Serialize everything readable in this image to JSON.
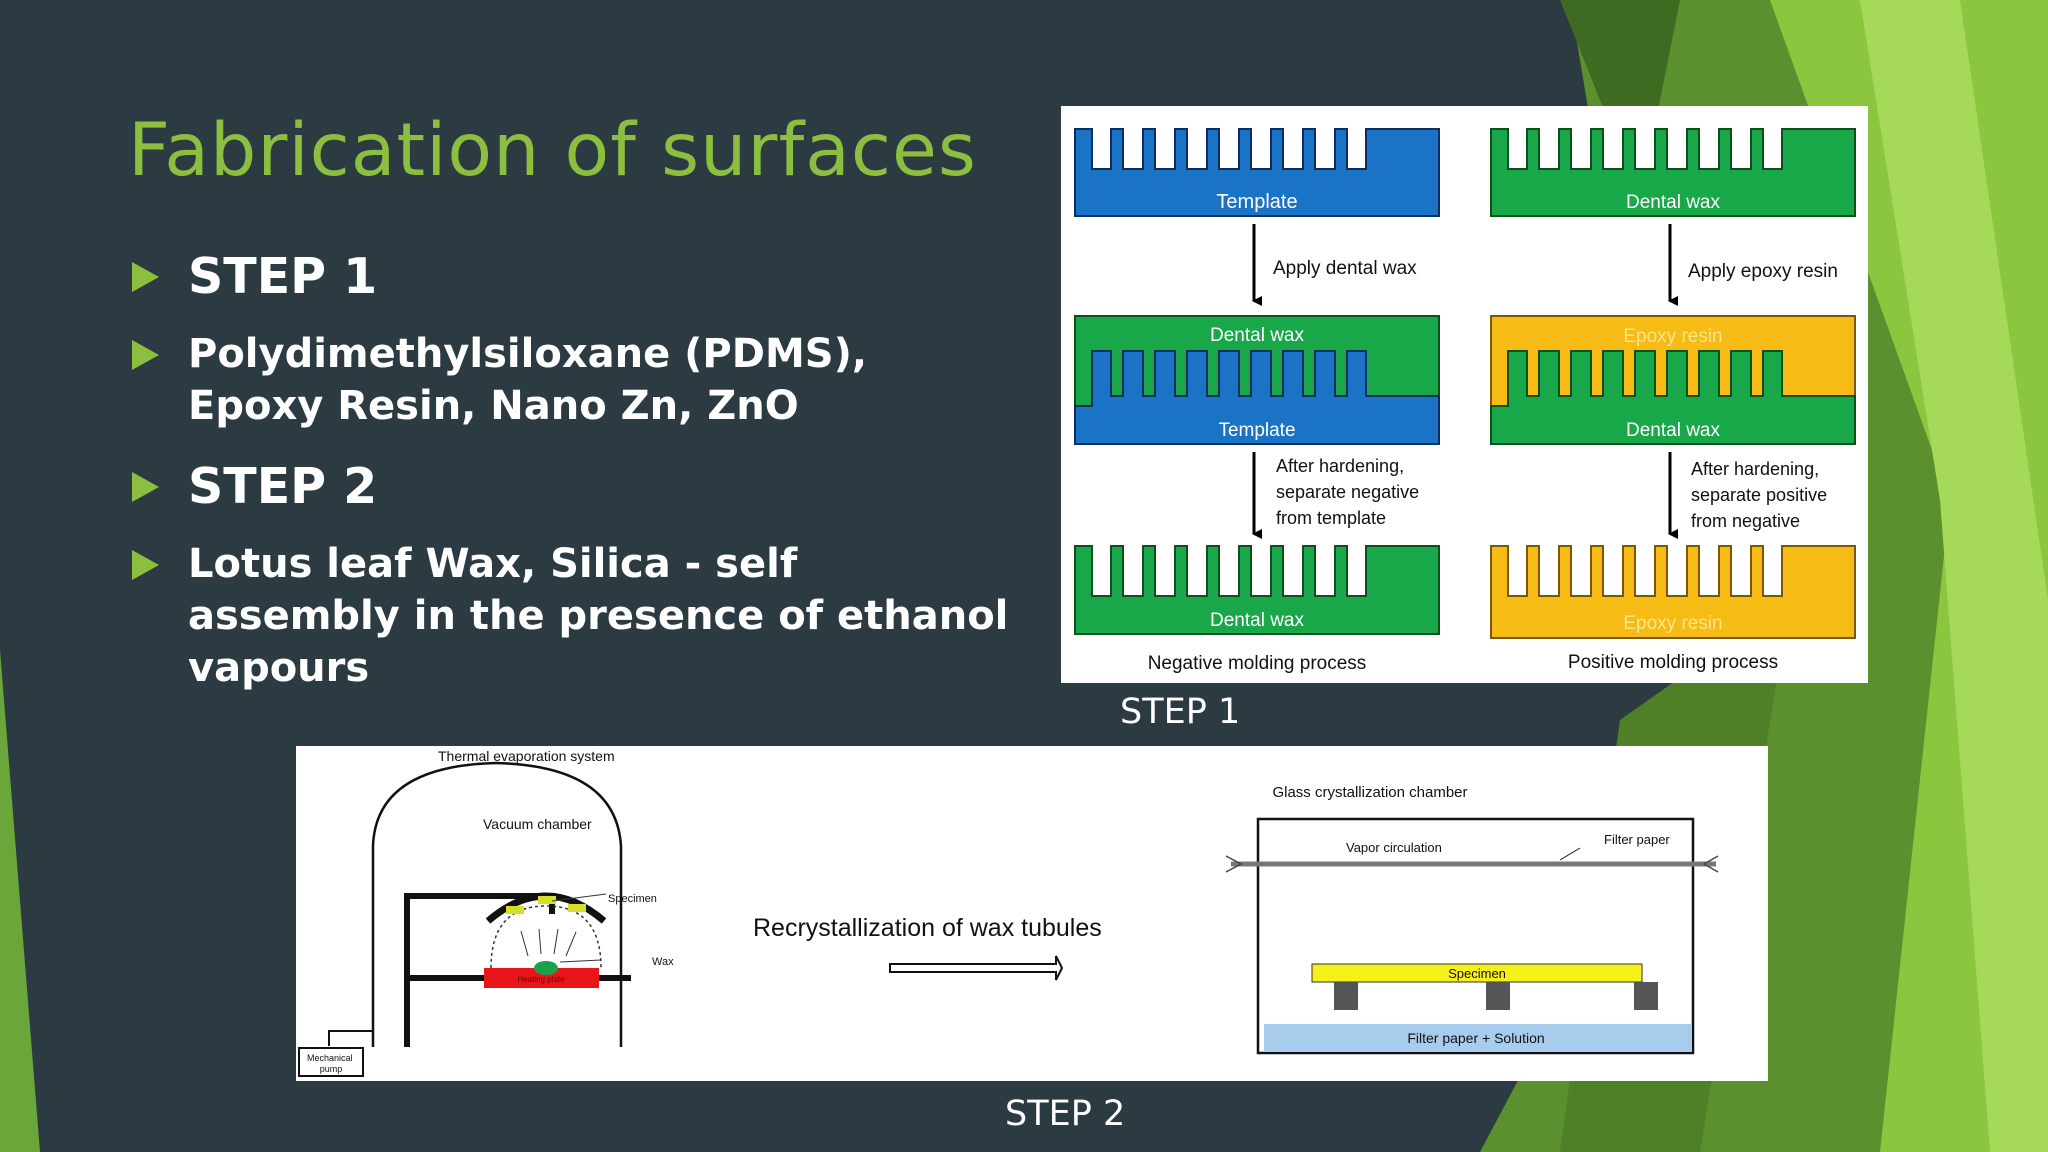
{
  "slide": {
    "title": "Fabrication of surfaces",
    "bullets": [
      {
        "text": "STEP 1",
        "level": "heading"
      },
      {
        "text": "Polydimethylsiloxane (PDMS), Epoxy Resin, Nano Zn, ZnO",
        "level": "body"
      },
      {
        "text": "STEP 2",
        "level": "heading"
      },
      {
        "text": "Lotus leaf Wax, Silica - self assembly in the presence of ethanol vapours",
        "level": "body"
      }
    ],
    "caption_step1": "STEP 1",
    "caption_step2": "STEP 2"
  },
  "figure1": {
    "negative": {
      "template": "Template",
      "step1_label": "Apply dental wax",
      "dental_wax": "Dental wax",
      "template_bottom": "Template",
      "step2_label": [
        "After hardening,",
        "separate negative",
        "from template"
      ],
      "final": "Dental wax",
      "process": "Negative molding process"
    },
    "positive": {
      "dental_wax": "Dental wax",
      "step1_label": "Apply epoxy resin",
      "epoxy_top": "Epoxy resin",
      "dental_wax_bottom": "Dental wax",
      "step2_label": [
        "After hardening,",
        "separate positive",
        "from negative"
      ],
      "final": "Epoxy resin",
      "process": "Positive molding process"
    }
  },
  "figure2": {
    "system_title": "Thermal evaporation system",
    "vacuum_chamber": "Vacuum chamber",
    "specimen": "Specimen",
    "wax": "Wax",
    "heating_plate": "Heating plate",
    "pump": [
      "Mechanical",
      "pump"
    ],
    "process": "Recrystallization of wax tubules",
    "chamber_title": "Glass crystallization chamber",
    "vapor": "Vapor circulation",
    "filter_paper": "Filter paper",
    "specimen2": "Specimen",
    "solution": "Filter paper + Solution"
  },
  "colors": {
    "background": "#2c3a41",
    "accent": "#8cbf3f",
    "template_blue": "#1a73c4",
    "wax_green": "#18a84a",
    "epoxy_yellow": "#f6bb14"
  }
}
